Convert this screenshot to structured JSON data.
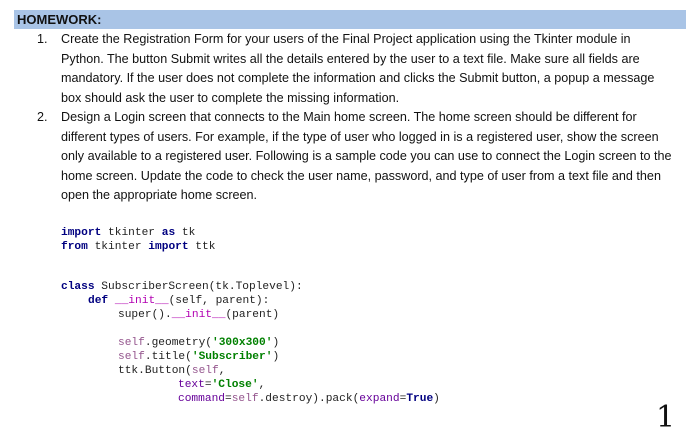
{
  "header": {
    "title": "HOMEWORK:"
  },
  "tasks": [
    {
      "number": "1.",
      "text": "Create the Registration Form for your users of the Final Project application using the Tkinter module in Python. The button Submit writes all the details entered by the user to a text file. Make sure all fields are mandatory. If the user does not complete the information and clicks the Submit button, a popup a message box should ask the user to complete the missing information."
    },
    {
      "number": "2.",
      "text": "Design a Login screen that connects to the Main home screen. The home screen should be different for different types of users. For example, if the type of user who logged in is a registered user, show the screen only available to a registered user. Following is a sample code you can use to connect the Login screen to the home screen. Update the code to check the user name, password, and type of user from a text file and then open the appropriate home screen."
    }
  ],
  "code": {
    "import1": {
      "kw": "import",
      "rest": " tkinter ",
      "kw2": "as",
      "rest2": " tk"
    },
    "import2": {
      "kw": "from",
      "rest": " tkinter ",
      "kw2": "import",
      "rest2": " ttk"
    },
    "class_line": {
      "kw": "class",
      "rest": " SubscriberScreen(tk.Toplevel):"
    },
    "def_line": {
      "kw": "def",
      "dunder": "__init__",
      "rest": "(self, parent):"
    },
    "super_line": {
      "pre": "super().",
      "dunder": "__init__",
      "rest": "(parent)"
    },
    "geometry_line": {
      "self": "self",
      "pre": ".geometry(",
      "str": "'300x300'",
      "post": ")"
    },
    "title_line": {
      "self": "self",
      "pre": ".title(",
      "str": "'Subscriber'",
      "post": ")"
    },
    "button_line": {
      "pre": "ttk.Button(",
      "self": "self",
      "post": ","
    },
    "text_line": {
      "kwarg": "text",
      "eq": "=",
      "str": "'Close'",
      "post": ","
    },
    "command_line": {
      "kwarg": "command",
      "eq": "=",
      "self": "self",
      "mid": ".destroy).pack(",
      "kwarg2": "expand",
      "eq2": "=",
      "const": "True",
      "post": ")"
    }
  },
  "page_number": "1"
}
